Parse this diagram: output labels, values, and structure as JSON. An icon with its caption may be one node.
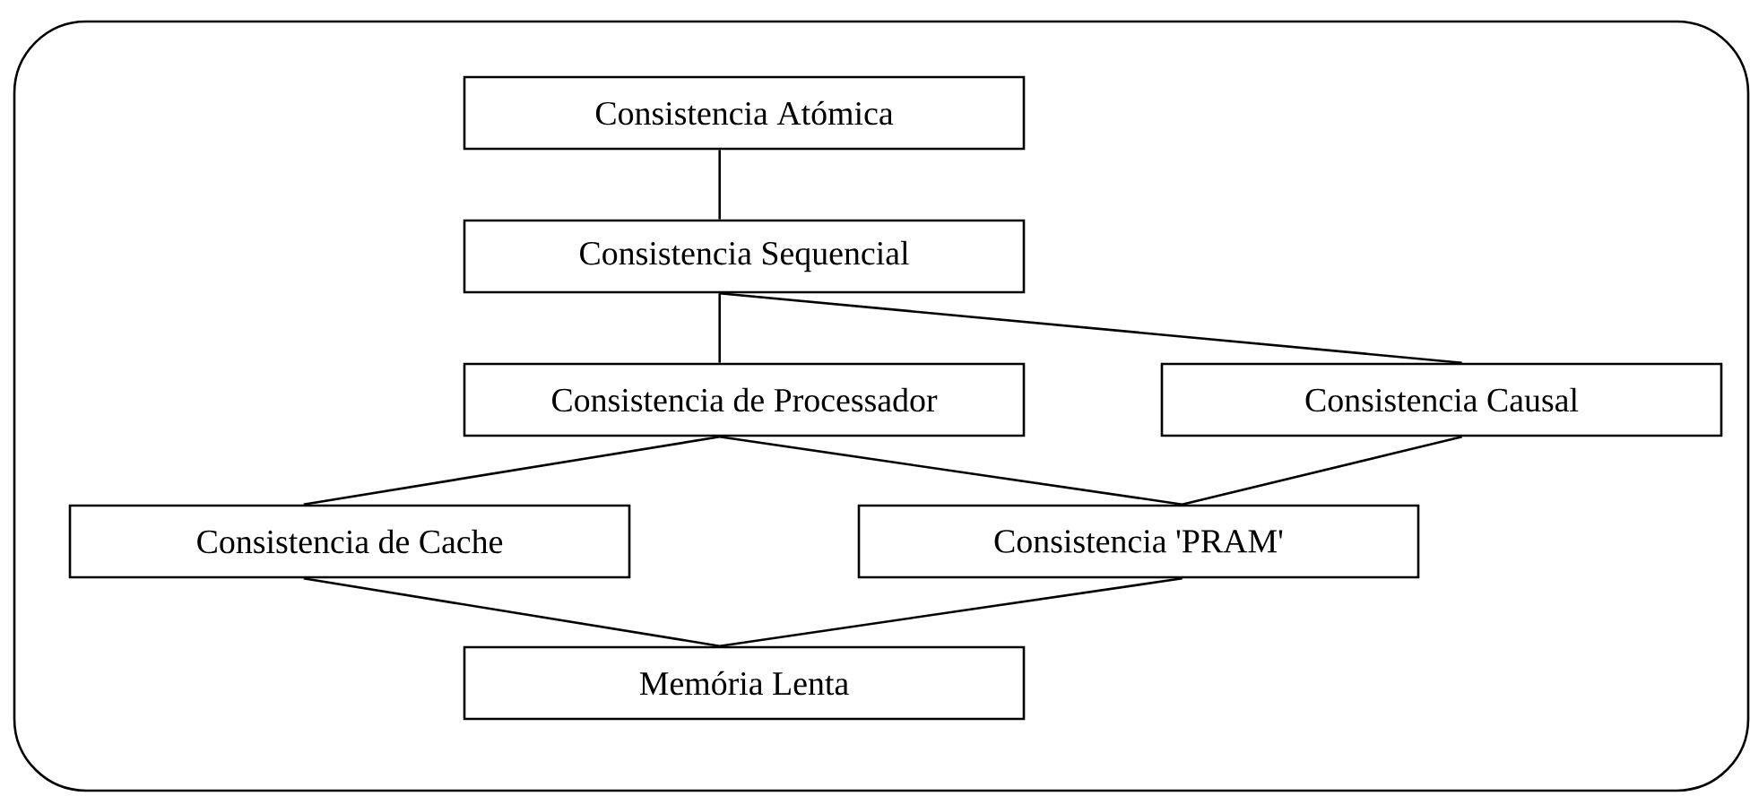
{
  "diagram": {
    "nodes": [
      {
        "text": [
          "Consistencia Atómica"
        ]
      },
      {
        "text": [
          "Consistencia Sequencial"
        ]
      },
      {
        "text": [
          "Consistencia de Processador"
        ]
      },
      {
        "text": [
          "Consistencia Causal"
        ]
      },
      {
        "text": [
          "Consistencia de Cache"
        ]
      },
      {
        "text": [
          "Consistencia 'PRAM'"
        ]
      },
      {
        "text": [
          "Memória Lenta"
        ]
      }
    ],
    "edges": [
      {
        "from": 0,
        "to": 1,
        "arrow": "none"
      },
      {
        "from": 1,
        "to": 2,
        "arrow": "none"
      },
      {
        "from": 1,
        "to": 3,
        "arrow": "none"
      },
      {
        "from": 2,
        "to": 4,
        "arrow": "none"
      },
      {
        "from": 2,
        "to": 5,
        "arrow": "none"
      },
      {
        "from": 3,
        "to": 5,
        "arrow": "none"
      },
      {
        "from": 4,
        "to": 6,
        "arrow": "none"
      },
      {
        "from": 5,
        "to": 6,
        "arrow": "none"
      }
    ]
  }
}
